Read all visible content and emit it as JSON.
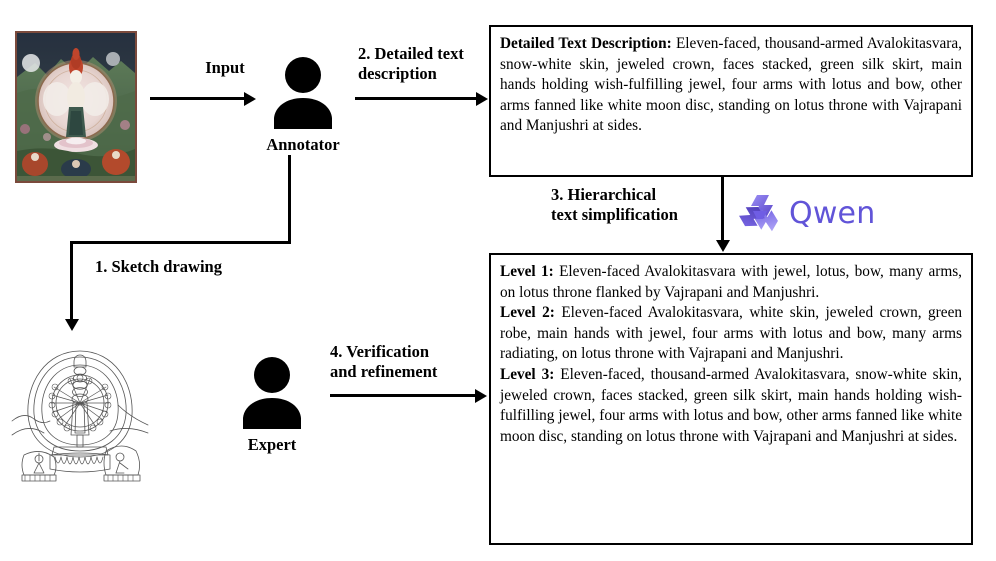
{
  "diagram": {
    "title": "Thangka annotation and hierarchical text simplification pipeline",
    "accent_color": "#6154d8",
    "line_color": "#000000"
  },
  "source_image": {
    "name": "thangka-painting",
    "alt": "Tibetan thangka painting of eleven-faced thousand-armed Avalokitasvara",
    "border_color": "#7b4a3c"
  },
  "sketch_image": {
    "name": "sketch-drawing",
    "alt": "Line-art sketch of eleven-faced thousand-armed Avalokitasvara on lotus throne with two attendants"
  },
  "actors": {
    "annotator": {
      "label": "Annotator",
      "icon": "person-icon"
    },
    "expert": {
      "label": "Expert",
      "icon": "person-icon"
    }
  },
  "flow_labels": {
    "input": "Input",
    "step1": "1. Sketch drawing",
    "step2": "2. Detailed text\ndescription",
    "step3": "3. Hierarchical\ntext simplification",
    "step4": "4. Verification\nand refinement"
  },
  "model_badge": {
    "name": "Qwen",
    "logo_icon": "qwen-logo-icon",
    "color": "#6154d8"
  },
  "detailed_box": {
    "lead": "Detailed Text Description:",
    "body": " Eleven-faced, thousand-armed Avalokitasvara, snow-white skin, jeweled crown, faces stacked, green silk skirt, main hands holding wish-fulfilling jewel, four arms with lotus and bow, other arms fanned like white moon disc, standing on lotus throne with Vajrapani and Manjushri at sides."
  },
  "levels_box": {
    "levels": [
      {
        "lead": "Level 1:",
        "body": " Eleven-faced Avalokitasvara with jewel, lotus, bow, many arms, on lotus throne flanked by Vajrapani and Manjushri."
      },
      {
        "lead": "Level 2:",
        "body": " Eleven-faced Avalokitasvara, white skin, jeweled crown, green robe, main hands with jewel, four arms with lotus and bow, many arms radiating, on lotus throne with Vajrapani and Manjushri."
      },
      {
        "lead": "Level 3:",
        "body": " Eleven-faced, thousand-armed Avalokitasvara, snow-white skin, jeweled crown, faces stacked, green silk skirt, main hands holding wish-fulfilling jewel, four arms with lotus and bow, other arms fanned like white moon disc, standing on lotus throne with Vajrapani and Manjushri at sides."
      }
    ]
  }
}
